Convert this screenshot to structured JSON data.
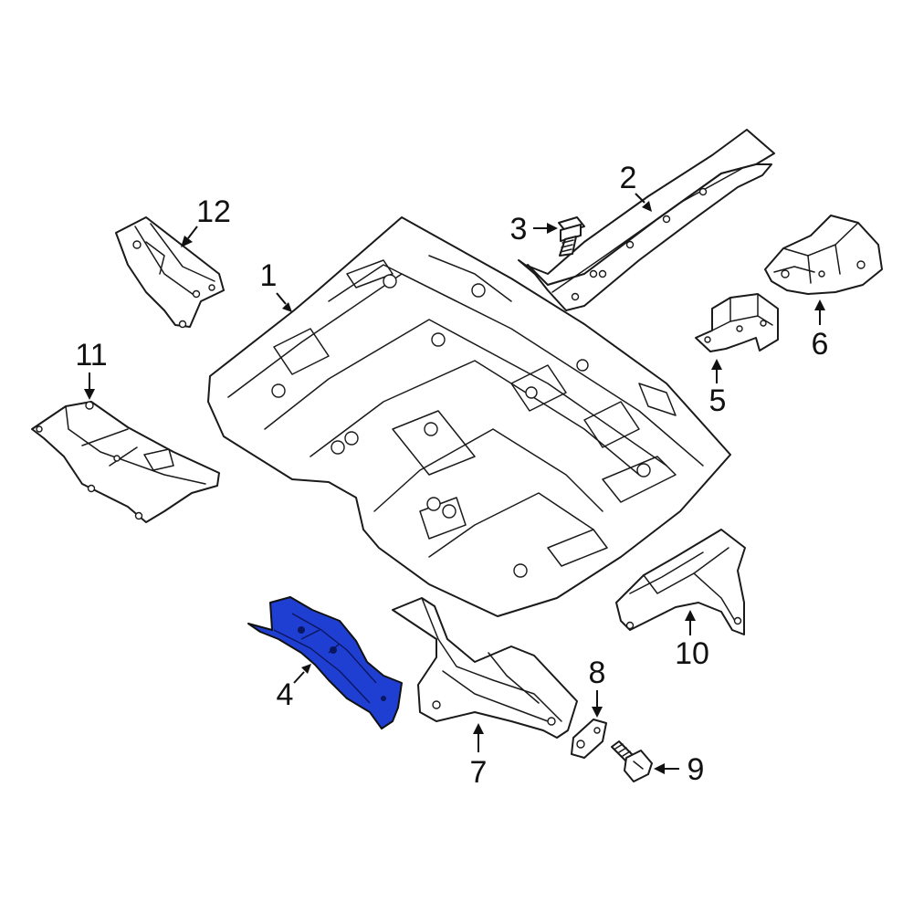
{
  "diagram": {
    "highlight_color": "#1f3fd2",
    "line_color": "#1a1a1a",
    "highlighted_part": "4",
    "callouts": [
      "1",
      "2",
      "3",
      "4",
      "5",
      "6",
      "7",
      "8",
      "9",
      "10",
      "11",
      "12"
    ]
  }
}
